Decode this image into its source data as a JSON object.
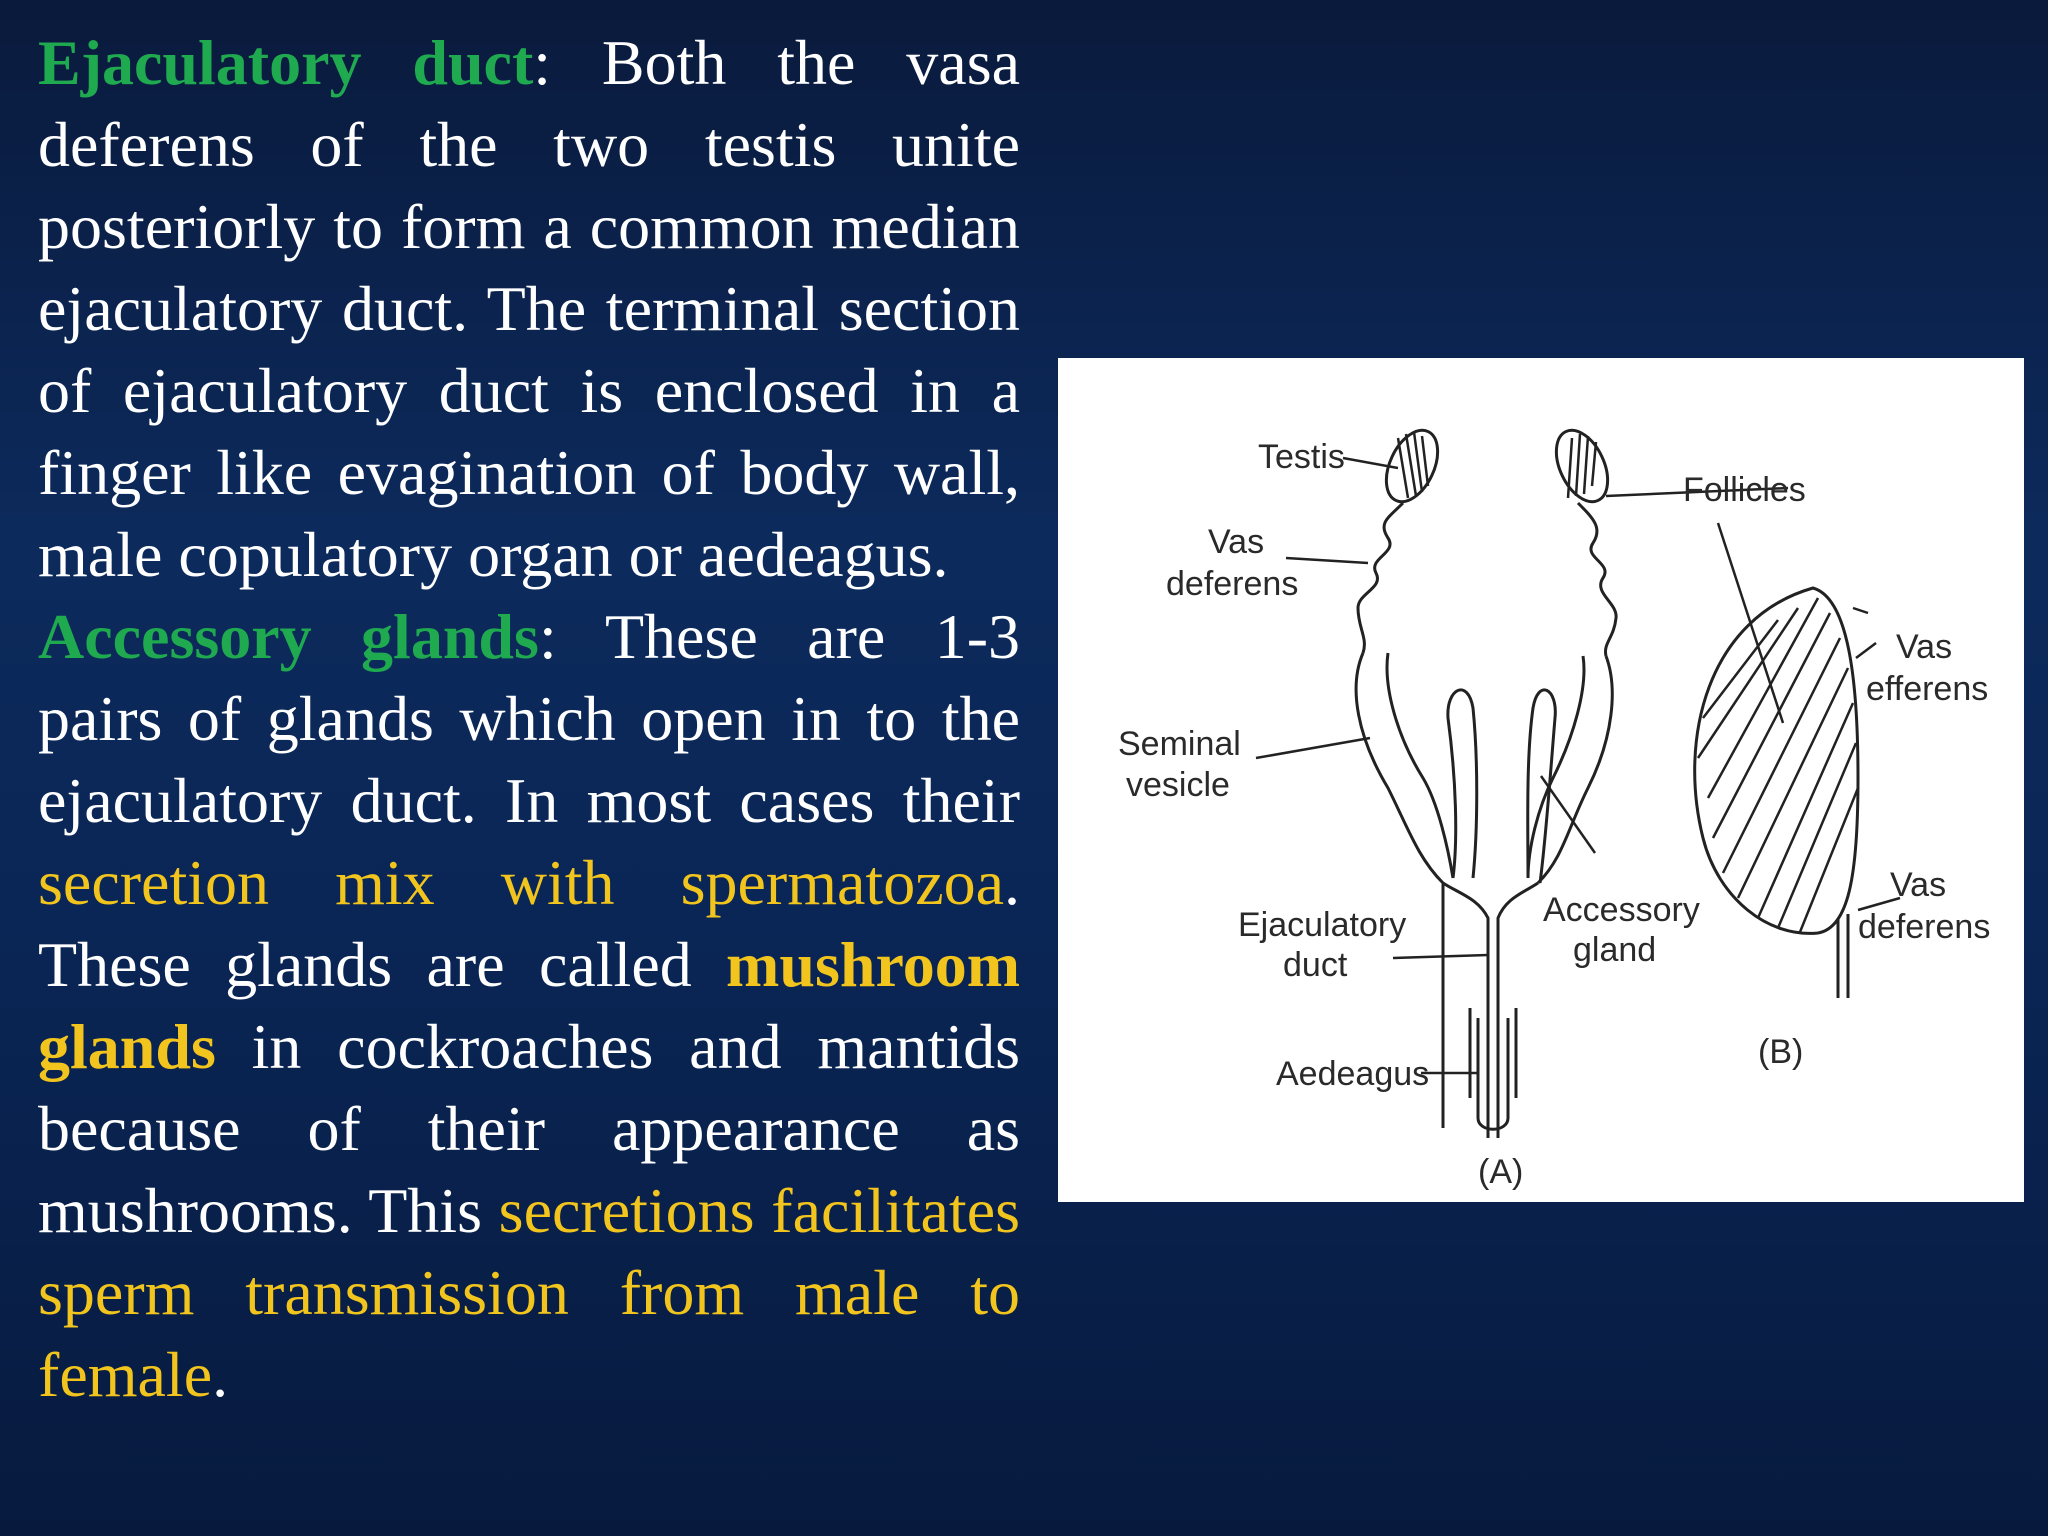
{
  "paragraph1": {
    "term": "Ejaculatory duct",
    "colon": ":",
    "body": " Both the vasa deferens of the two testis unite posteriorly to form a common median ejaculatory duct. The terminal section of ejaculatory duct is enclosed in a finger like evagination of body wall, male copulatory organ or aedeagus."
  },
  "paragraph2": {
    "term": "Accessory glands",
    "colon": ":",
    "body1": " These are 1-3 pairs of glands which open in to the ejaculatory duct. In most cases their ",
    "highlight1": "secretion mix with spermatozoa",
    "body2": ". These glands are called ",
    "bold_term": "mushroom glands",
    "body3": " in cockroaches and mantids because of their appearance as mushrooms. This ",
    "highlight2": "secretions facilitates sperm transmission from male to female",
    "end": "."
  },
  "figure": {
    "labels": {
      "testis": "Testis",
      "vas_deferens_1": "Vas",
      "vas_deferens_2": "deferens",
      "follicles": "Follicles",
      "seminal_1": "Seminal",
      "seminal_2": "vesicle",
      "ejac_1": "Ejaculatory",
      "ejac_2": "duct",
      "accessory_1": "Accessory",
      "accessory_2": "gland",
      "aedeagus": "Aedeagus",
      "caption_a": "(A)",
      "vas_efferens_1": "Vas",
      "vas_efferens_2": "efferens",
      "vas_deferens_b1": "Vas",
      "vas_deferens_b2": "deferens",
      "caption_b": "(B)"
    }
  },
  "colors": {
    "term_green": "#1faa50",
    "highlight_yellow": "#f2c41e",
    "text_white": "#ffffff",
    "background": "#0c2a5c"
  }
}
